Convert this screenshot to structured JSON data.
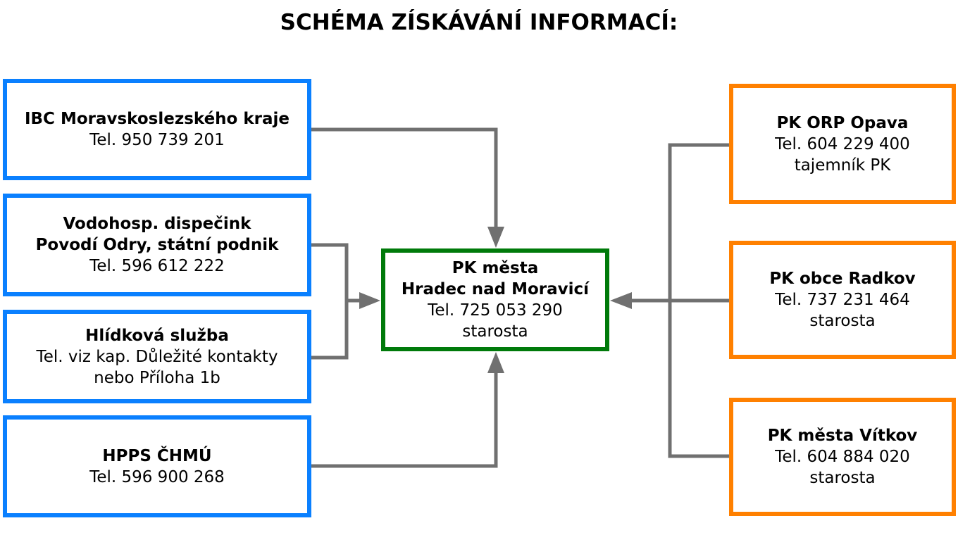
{
  "title": "SCHÉMA ZÍSKÁVÁNÍ INFORMACÍ:",
  "colors": {
    "source_border": "#0a80ff",
    "center_border": "#007a0a",
    "neighbor_border": "#ff8000",
    "connector": "#707070"
  },
  "sources": [
    {
      "name": [
        "IBC Moravskoslezského kraje"
      ],
      "lines": [
        "Tel. 950 739 201"
      ]
    },
    {
      "name": [
        "Vodohosp. dispečink",
        "Povodí Odry, státní podnik"
      ],
      "lines": [
        "Tel. 596 612 222"
      ]
    },
    {
      "name": [
        "Hlídková služba"
      ],
      "lines": [
        "Tel. viz kap. Důležité kontakty",
        "nebo Příloha 1b"
      ]
    },
    {
      "name": [
        "HPPS ČHMÚ"
      ],
      "lines": [
        "Tel. 596 900 268"
      ]
    }
  ],
  "center": {
    "name": [
      "PK města",
      "Hradec nad Moravicí"
    ],
    "lines": [
      "Tel. 725 053 290",
      "starosta"
    ]
  },
  "neighbors": [
    {
      "name": [
        "PK ORP Opava"
      ],
      "lines": [
        "Tel. 604 229 400",
        "tajemník PK"
      ]
    },
    {
      "name": [
        "PK obce Radkov"
      ],
      "lines": [
        "Tel. 737 231 464",
        "starosta"
      ]
    },
    {
      "name": [
        "PK města Vítkov"
      ],
      "lines": [
        "Tel. 604 884 020",
        "starosta"
      ]
    }
  ]
}
